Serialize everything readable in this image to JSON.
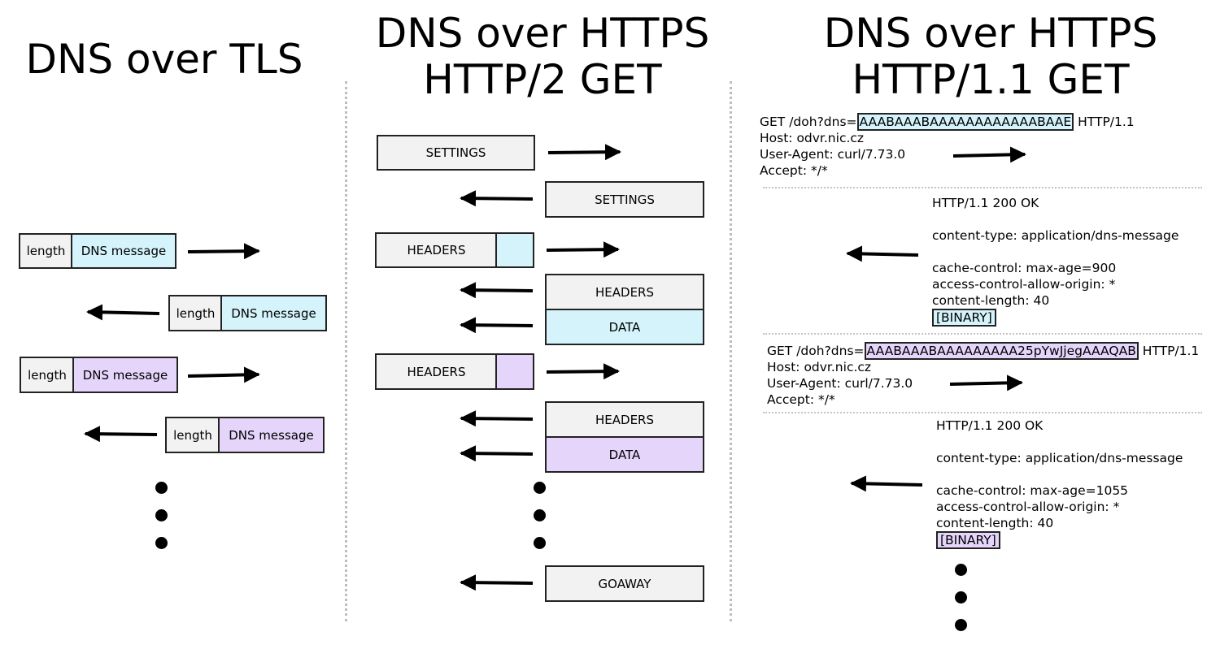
{
  "titles": {
    "dot": "DNS over TLS",
    "doh2_line1": "DNS over HTTPS",
    "doh2_line2": "HTTP/2 GET",
    "doh11_line1": "DNS over HTTPS",
    "doh11_line2": "HTTP/1.1 GET"
  },
  "dot": {
    "length": "length",
    "dns_message": "DNS message"
  },
  "h2": {
    "settings": "SETTINGS",
    "headers": "HEADERS",
    "data": "DATA",
    "goaway": "GOAWAY"
  },
  "h11": {
    "req1": {
      "get_prefix": "GET /doh?dns=",
      "dns_param": "AAABAAABAAAAAAAAAAAABAAE",
      "get_suffix": " HTTP/1.1",
      "host": "Host: odvr.nic.cz",
      "user_agent": "User-Agent: curl/7.73.0",
      "accept": "Accept: */*"
    },
    "resp1": {
      "status": "HTTP/1.1 200 OK",
      "content_type": "content-type: application/dns-message",
      "cache_control": "cache-control: max-age=900",
      "acao": "access-control-allow-origin: *",
      "content_length": "content-length: 40",
      "binary": "[BINARY]"
    },
    "req2": {
      "get_prefix": "GET /doh?dns=",
      "dns_param": "AAABAAABAAAAAAAAA25pYwJjegAAAQAB",
      "get_suffix": " HTTP/1.1",
      "host": "Host: odvr.nic.cz",
      "user_agent": "User-Agent: curl/7.73.0",
      "accept": "Accept: */*"
    },
    "resp2": {
      "status": "HTTP/1.1 200 OK",
      "content_type": "content-type: application/dns-message",
      "cache_control": "cache-control: max-age=1055",
      "acao": "access-control-allow-origin: *",
      "content_length": "content-length: 40",
      "binary": "[BINARY]"
    }
  },
  "colors": {
    "frame_gray": "#f2f2f2",
    "query1_cyan": "#d4f3fb",
    "query2_purple": "#e5d5fb"
  }
}
